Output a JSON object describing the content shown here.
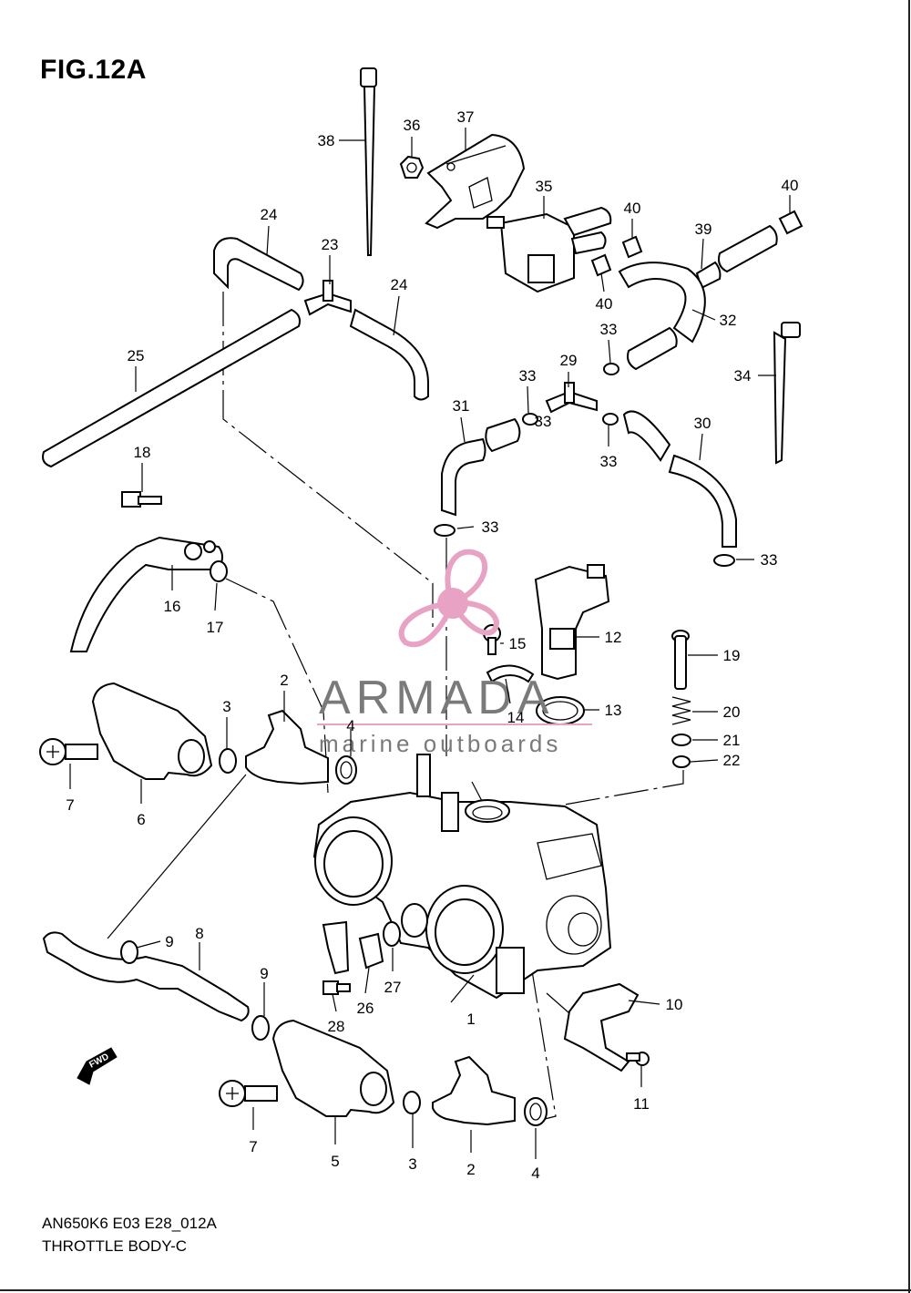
{
  "figure": {
    "title": "FIG.12A"
  },
  "footer": {
    "code": "AN650K6 E03 E28_012A",
    "name": "THROTTLE BODY-C"
  },
  "watermark": {
    "brand": "ARMADA",
    "tagline": "marine outboards",
    "colors": {
      "propeller": "#e8a2c4",
      "text": "#7a7a7a",
      "rule": "#e8a2c4"
    }
  },
  "direction_badge": "FWD",
  "callouts": [
    "1",
    "2",
    "2",
    "3",
    "3",
    "4",
    "4",
    "5",
    "6",
    "7",
    "7",
    "8",
    "9",
    "9",
    "10",
    "11",
    "12",
    "13",
    "14",
    "15",
    "16",
    "17",
    "18",
    "19",
    "20",
    "21",
    "22",
    "23",
    "24",
    "24",
    "25",
    "26",
    "27",
    "28",
    "29",
    "30",
    "31",
    "32",
    "33",
    "33",
    "33",
    "33",
    "33",
    "33",
    "34",
    "35",
    "36",
    "37",
    "38",
    "39",
    "40",
    "40",
    "40"
  ]
}
